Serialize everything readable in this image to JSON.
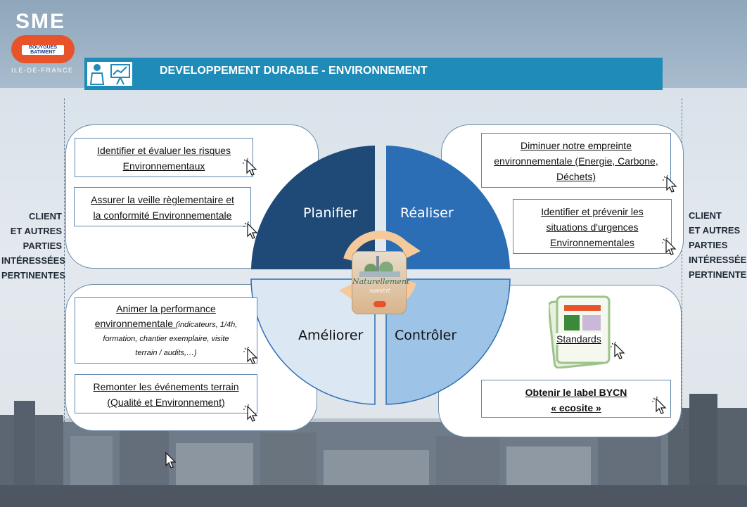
{
  "logo": {
    "sme": "SME",
    "brand_line1": "BOUYGUES",
    "brand_line2": "BATIMENT",
    "region": "ILE-DE-FRANCE"
  },
  "header": {
    "title": "DEVELOPPEMENT DURABLE - ENVIRONNEMENT"
  },
  "side_labels": {
    "left": [
      "CLIENT",
      "ET AUTRES",
      "PARTIES",
      "INTÉRESSÉES",
      "PERTINENTES"
    ],
    "right": [
      "CLIENT",
      "ET AUTRES",
      "PARTIES",
      "INTÉRESSÉES",
      "PERTINENTES"
    ]
  },
  "quadrants": {
    "plan": "Planifier",
    "do": "Réaliser",
    "act": "Améliorer",
    "check": "Contrôler"
  },
  "badge": {
    "text": "Naturellement",
    "sub": "SOBRIÉTÉ"
  },
  "boxes": {
    "tl1": [
      "Identifier et évaluer les risques",
      "Environnementaux"
    ],
    "tl2": [
      "Assurer la veille règlementaire et",
      "la conformité Environnementale"
    ],
    "tr1": [
      "Diminuer notre empreinte",
      "environnementale (Energie, Carbone,",
      "Déchets)"
    ],
    "tr2": [
      "Identifier et prévenir les",
      "situations d'urgences",
      "Environnementales"
    ],
    "bl1": {
      "main": [
        "Animer la performance",
        "environnementale "
      ],
      "detail": [
        "(indicateurs, 1/4h,",
        "formation, chantier exemplaire, visite",
        "terrain / audits,…)"
      ]
    },
    "bl2": [
      "Remonter les événements terrain",
      "(Qualité et Environnement)"
    ],
    "br_standards": "Standards",
    "br2": [
      "Obtenir le label BYCN",
      "« ecosite »"
    ]
  },
  "colors": {
    "header": "#1e8bb8",
    "plan": "#1f4a78",
    "do": "#2c6eb5",
    "act": "#dbe7f3",
    "check": "#9dc3e6"
  }
}
